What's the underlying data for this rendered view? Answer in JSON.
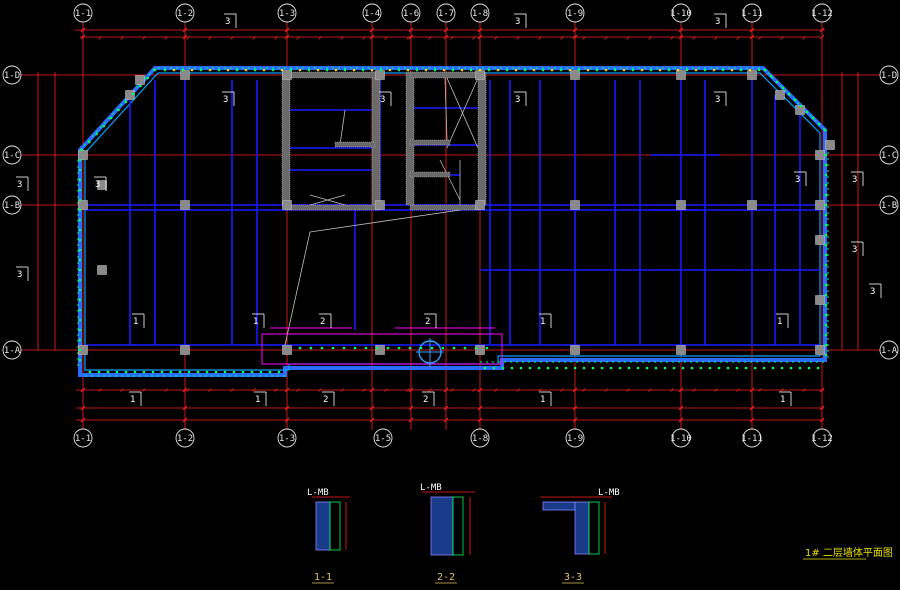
{
  "drawing": {
    "title": "1# 二层墙体平面图",
    "colors": {
      "background": "#000000",
      "axis": "#ff2020",
      "beam": "#1a1aff",
      "wall": "#2a6cff",
      "column": "#8a8a8a",
      "magenta": "#ff00ff",
      "green": "#00ff60",
      "yellow": "#e8e000",
      "white": "#ffffff",
      "cyan": "#30a0ff"
    }
  },
  "grid": {
    "columns": [
      "1-1",
      "1-2",
      "1-3",
      "1-4",
      "1-6",
      "1-7",
      "1-8",
      "1-9",
      "1-10",
      "1-11",
      "1-12"
    ],
    "bottom_columns": [
      "1-1",
      "1-2",
      "1-3",
      "1-5",
      "1-8",
      "1-9",
      "1-10",
      "1-11",
      "1-12"
    ],
    "rows": [
      "1-D",
      "1-C",
      "1-B",
      "1-A"
    ]
  },
  "section_marks": {
    "top": [
      "3",
      "3",
      "3"
    ],
    "interior": [
      "3",
      "3",
      "3",
      "3",
      "3",
      "3"
    ],
    "lower": [
      "1",
      "1",
      "2",
      "2",
      "1",
      "1"
    ],
    "below": [
      "1",
      "1",
      "2",
      "2",
      "1",
      "1"
    ],
    "right": [
      "3",
      "3",
      "3"
    ],
    "left": [
      "3",
      "3"
    ]
  },
  "sections": [
    {
      "title": "1-1",
      "tag": "L-MB"
    },
    {
      "title": "2-2",
      "tag": "L-MB"
    },
    {
      "title": "3-3",
      "tag": "L-MB"
    }
  ]
}
